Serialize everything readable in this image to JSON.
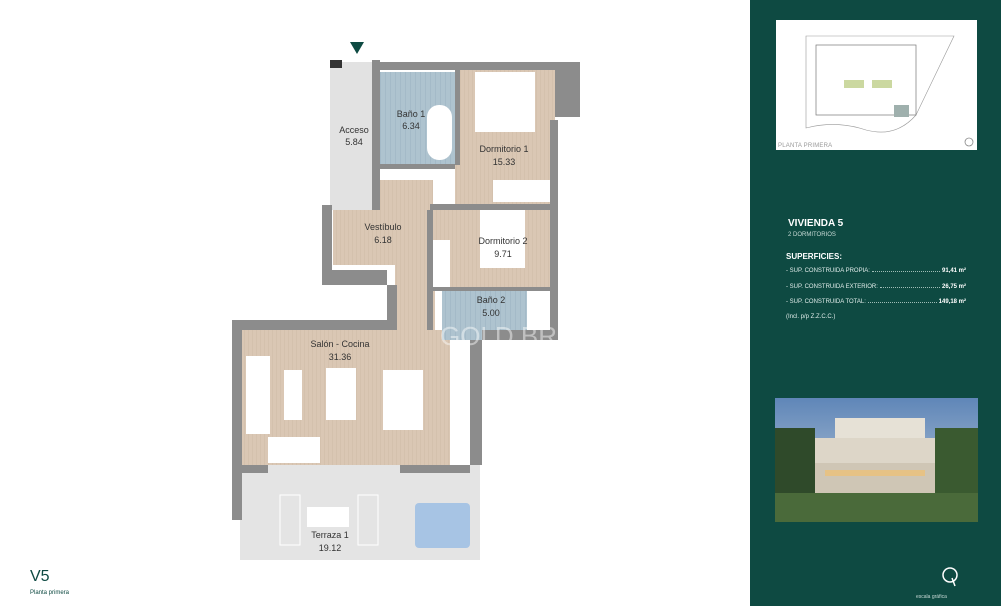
{
  "plan": {
    "unit_code": "V5",
    "floor": "Planta primera",
    "watermark": "GOLD BRICK",
    "rooms": [
      {
        "name": "Acceso",
        "area": "5.84"
      },
      {
        "name": "Baño 1",
        "area": "6.34"
      },
      {
        "name": "Dormitorio 1",
        "area": "15.33"
      },
      {
        "name": "Vestíbulo",
        "area": "6.18"
      },
      {
        "name": "Dormitorio 2",
        "area": "9.71"
      },
      {
        "name": "Baño 2",
        "area": "5.00"
      },
      {
        "name": "Salón - Cocina",
        "area": "31.36"
      },
      {
        "name": "Terraza 1",
        "area": "19.12"
      }
    ],
    "entry_icon": "triangle-down-icon"
  },
  "panel": {
    "keyplan_label": "PLANTA PRIMERA",
    "title": "VIVIENDA 5",
    "subtitle": "2 DORMITORIOS",
    "surfaces_heading": "SUPERFICIES:",
    "surfaces": [
      {
        "label": "- SUP. CONSTRUIDA PROPIA:",
        "value": "91,41 m²"
      },
      {
        "label": "- SUP. CONSTRUIDA EXTERIOR:",
        "value": "26,75 m²"
      },
      {
        "label": "- SUP. CONSTRUIDA TOTAL:",
        "value": "149,18 m²"
      }
    ],
    "note": "(Incl. p/p Z.Z.C.C.)",
    "scale_label": "escala gráfica",
    "colors": {
      "panel": "#0e4a42",
      "wood": "#d9c6b3",
      "bath": "#a9bfcc",
      "wall": "#8c8c8c",
      "pool": "#a7c4e4"
    }
  }
}
